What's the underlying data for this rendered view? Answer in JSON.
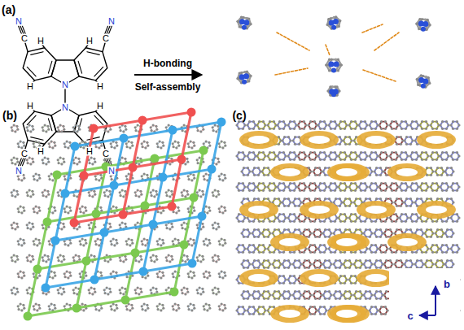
{
  "diagram": {
    "labels": [
      "(a)",
      "N",
      "C",
      "N",
      "C",
      "H",
      "H",
      "H",
      "H",
      "N",
      "N",
      "H",
      "H",
      "H",
      "H",
      "C",
      "C",
      "N",
      "N",
      "H-bonding",
      "Self-assembly",
      "(b)",
      "(c)",
      "b",
      "c"
    ]
  }
}
